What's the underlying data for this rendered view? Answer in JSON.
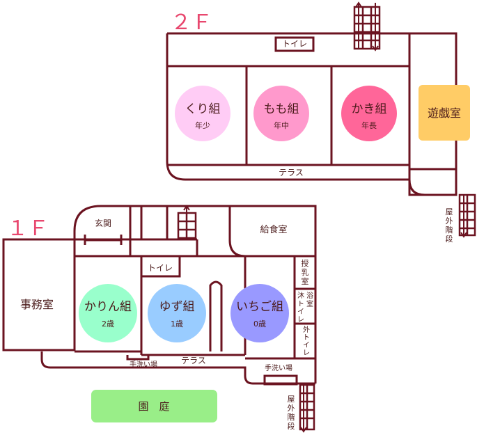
{
  "floors": {
    "second": "２Ｆ",
    "first": "１Ｆ"
  },
  "second_floor": {
    "toilet": "トイレ",
    "terrace": "テラス",
    "outdoor_stairs": [
      "屋",
      "外",
      "階",
      "段"
    ],
    "playroom": "遊戯室",
    "rooms": [
      {
        "name": "くり組",
        "age": "年少",
        "color": "#ffccf5"
      },
      {
        "name": "もも組",
        "age": "年中",
        "color": "#ff99cc"
      },
      {
        "name": "かき組",
        "age": "年長",
        "color": "#ff6699"
      }
    ],
    "playroom_color": "#ffcc66"
  },
  "first_floor": {
    "entrance": "玄関",
    "kitchen": "給食室",
    "toilet": "トイレ",
    "office": "事務室",
    "nursing_room": [
      "授",
      "乳",
      "室"
    ],
    "bath_col1": [
      "沐",
      "ト",
      "イ",
      "レ"
    ],
    "bath_col2": [
      "浴",
      "室"
    ],
    "outer_toilet": [
      "外",
      "ト",
      "イ",
      "レ"
    ],
    "handwash_left": "手洗い場",
    "handwash_right": "手洗い場",
    "terrace": "テラス",
    "outdoor_stairs": [
      "屋",
      "外",
      "階",
      "段"
    ],
    "garden": "園　庭",
    "garden_color": "#99ee88",
    "rooms": [
      {
        "name": "かりん組",
        "age": "2歳",
        "color": "#99ffcc"
      },
      {
        "name": "ゆず組",
        "age": "1歳",
        "color": "#99ccff"
      },
      {
        "name": "いちご組",
        "age": "0歳",
        "color": "#9999ff"
      }
    ]
  },
  "colors": {
    "wall": "#6b1320",
    "label": "#4a1a1a",
    "floor_label": "#e8476e"
  }
}
